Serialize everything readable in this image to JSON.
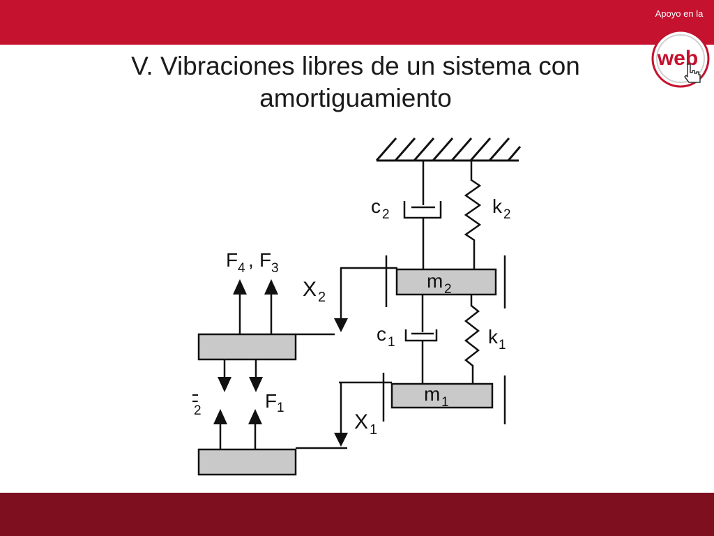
{
  "header": {
    "title_line1": "V. Vibraciones libres de un sistema con",
    "title_line2": "amortiguamiento",
    "bar_color": "#c4122f"
  },
  "logo": {
    "caption": "Apoyo en la",
    "word": "web",
    "icon": "hand-cursor-icon",
    "color": "#c4122f"
  },
  "footer": {
    "bar_color": "#7e0f1f"
  },
  "diagram": {
    "labels": {
      "c2_main": "c",
      "c2_sub": "2",
      "k2_main": "k",
      "k2_sub": "2",
      "m2_main": "m",
      "m2_sub": "2",
      "c1_main": "c",
      "c1_sub": "1",
      "k1_main": "k",
      "k1_sub": "1",
      "m1_main": "m",
      "m1_sub": "1",
      "x2_main": "X",
      "x2_sub": "2",
      "x1_main": "X",
      "x1_sub": "1",
      "f4_main": "F",
      "f4_sub": "4",
      "f3_main": "F",
      "f3_sub": "3",
      "f_separator": ",",
      "f2_main": "F",
      "f2_sub": "2",
      "f1_main": "F",
      "f1_sub": "1"
    }
  }
}
